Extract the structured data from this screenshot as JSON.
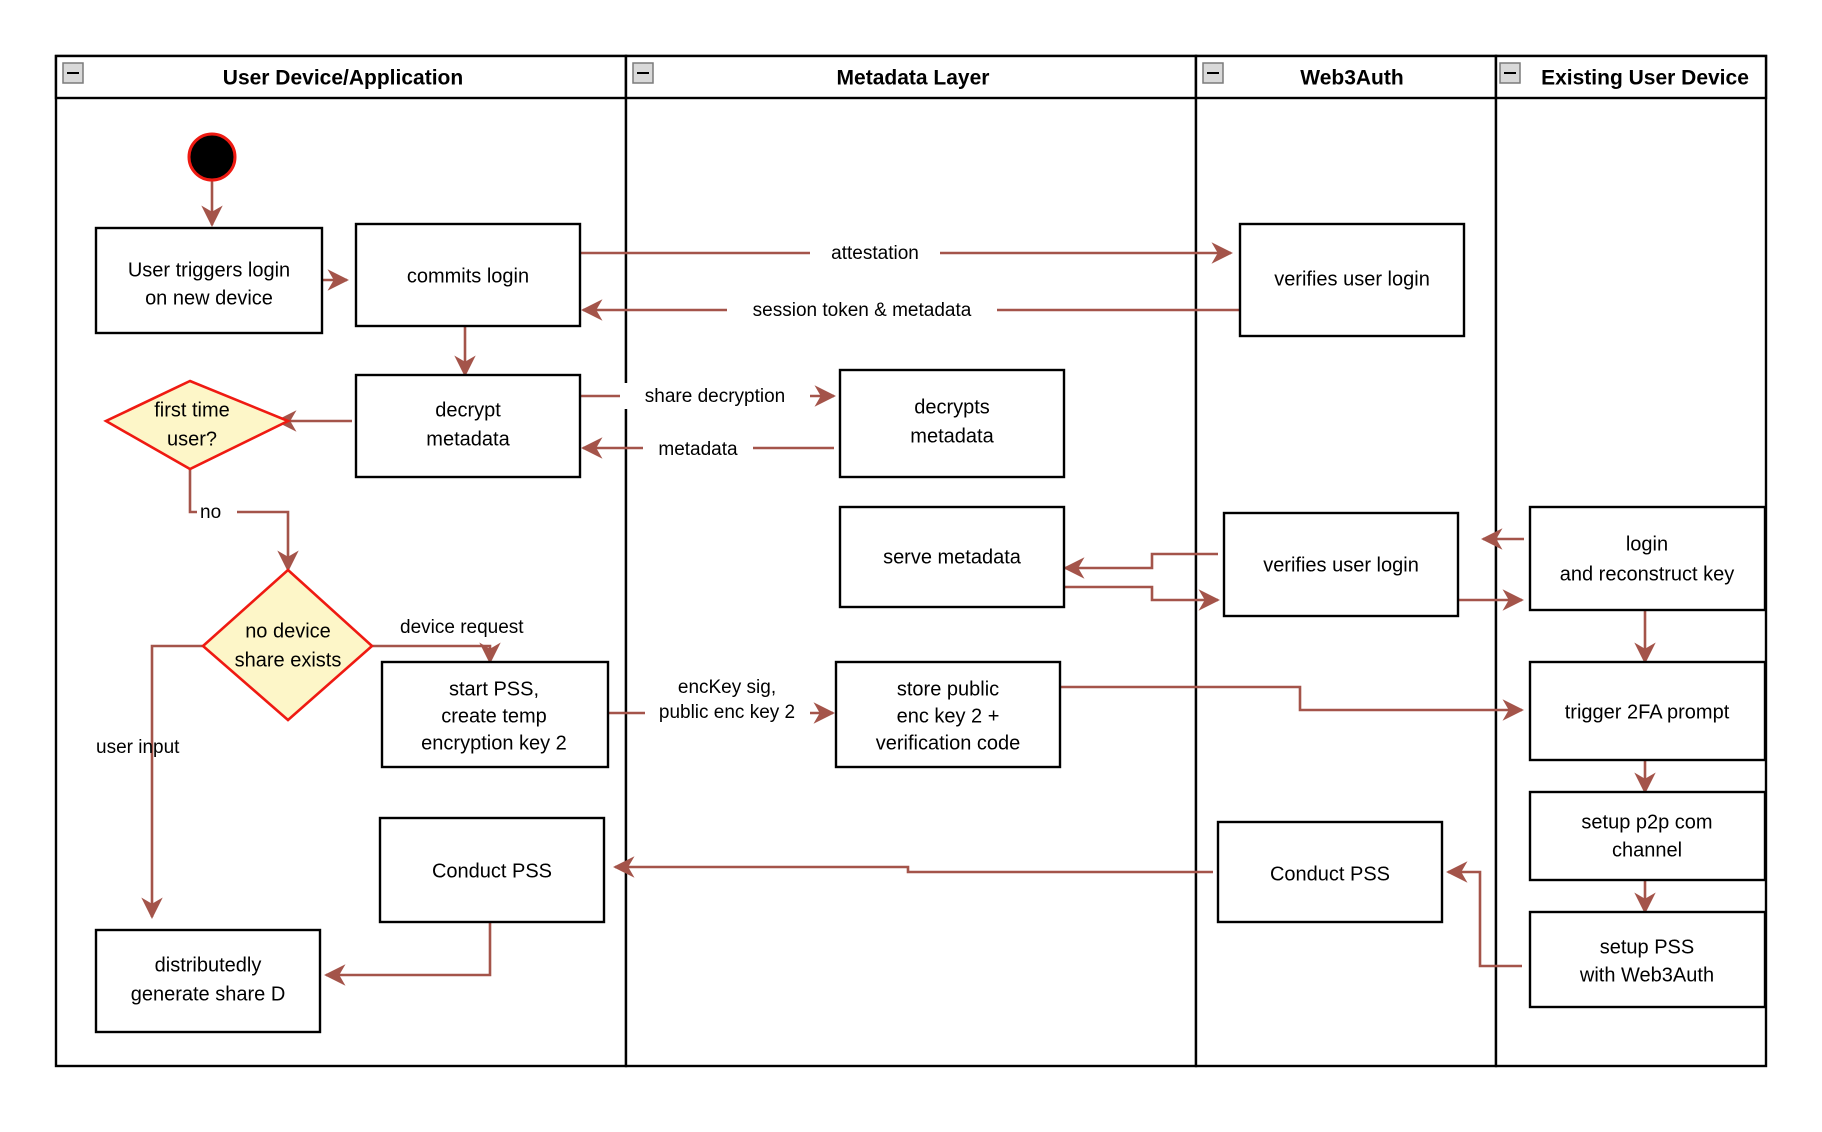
{
  "diagram": {
    "title": "Web3Auth new-device login / PSS activity diagram",
    "accent_edge_color": "#a4544a",
    "decision_fill": "#fdf6c8",
    "decision_stroke": "#ef1a12",
    "node_stroke": "#000000",
    "node_fill": "#ffffff"
  },
  "lanes": [
    {
      "id": "user-device",
      "title": "User Device/Application",
      "collapse_icon": "minus-icon"
    },
    {
      "id": "metadata-layer",
      "title": "Metadata Layer",
      "collapse_icon": "minus-icon"
    },
    {
      "id": "web3auth",
      "title": "Web3Auth",
      "collapse_icon": "minus-icon"
    },
    {
      "id": "existing-user-device",
      "title": "Existing User Device",
      "collapse_icon": "minus-icon"
    }
  ],
  "nodes": [
    {
      "id": "start",
      "type": "start",
      "lane": "user-device",
      "label": ""
    },
    {
      "id": "user-triggers-login",
      "type": "action",
      "lane": "user-device",
      "lines": [
        "User triggers login",
        "on new device"
      ]
    },
    {
      "id": "commits-login",
      "type": "action",
      "lane": "user-device",
      "lines": [
        "commits login"
      ]
    },
    {
      "id": "verifies-user-login-1",
      "type": "action",
      "lane": "web3auth",
      "lines": [
        "verifies user login"
      ]
    },
    {
      "id": "decrypt-metadata",
      "type": "action",
      "lane": "user-device",
      "lines": [
        "decrypt",
        "metadata"
      ]
    },
    {
      "id": "decrypts-metadata",
      "type": "action",
      "lane": "metadata-layer",
      "lines": [
        "decrypts",
        "metadata"
      ]
    },
    {
      "id": "first-time-user",
      "type": "decision",
      "lane": "user-device",
      "lines": [
        "first time",
        "user?"
      ]
    },
    {
      "id": "serve-metadata",
      "type": "action",
      "lane": "metadata-layer",
      "lines": [
        "serve metadata"
      ]
    },
    {
      "id": "verifies-user-login-2",
      "type": "action",
      "lane": "web3auth",
      "lines": [
        "verifies user login"
      ]
    },
    {
      "id": "login-reconstruct-key",
      "type": "action",
      "lane": "existing-user-device",
      "lines": [
        "login",
        "and reconstruct key"
      ]
    },
    {
      "id": "no-device-share-exists",
      "type": "decision",
      "lane": "user-device",
      "lines": [
        "no device",
        "share exists"
      ]
    },
    {
      "id": "start-pss",
      "type": "action",
      "lane": "user-device",
      "lines": [
        "start PSS,",
        "create temp",
        "encryption key 2"
      ]
    },
    {
      "id": "store-public-enc-key-2",
      "type": "action",
      "lane": "metadata-layer",
      "lines": [
        "store public",
        "enc key 2 +",
        "verification code"
      ]
    },
    {
      "id": "trigger-2fa-prompt",
      "type": "action",
      "lane": "existing-user-device",
      "lines": [
        "trigger 2FA prompt"
      ]
    },
    {
      "id": "setup-p2p-com-channel",
      "type": "action",
      "lane": "existing-user-device",
      "lines": [
        "setup p2p com",
        "channel"
      ]
    },
    {
      "id": "conduct-pss-user",
      "type": "action",
      "lane": "user-device",
      "lines": [
        "Conduct PSS"
      ]
    },
    {
      "id": "conduct-pss-web3auth",
      "type": "action",
      "lane": "web3auth",
      "lines": [
        "Conduct PSS"
      ]
    },
    {
      "id": "setup-pss-with-web3auth",
      "type": "action",
      "lane": "existing-user-device",
      "lines": [
        "setup PSS",
        "with Web3Auth"
      ]
    },
    {
      "id": "distributedly-generate-share-d",
      "type": "action",
      "lane": "user-device",
      "lines": [
        "distributedly",
        "generate share D"
      ]
    }
  ],
  "edges": [
    {
      "id": "e-start",
      "from": "start",
      "to": "user-triggers-login",
      "label": ""
    },
    {
      "id": "e-trigger-commits",
      "from": "user-triggers-login",
      "to": "commits-login",
      "label": ""
    },
    {
      "id": "e-attestation",
      "from": "commits-login",
      "to": "verifies-user-login-1",
      "label": "attestation"
    },
    {
      "id": "e-session-token",
      "from": "verifies-user-login-1",
      "to": "commits-login",
      "label": "session token & metadata"
    },
    {
      "id": "e-commits-decrypt",
      "from": "commits-login",
      "to": "decrypt-metadata",
      "label": ""
    },
    {
      "id": "e-share-decryption",
      "from": "decrypt-metadata",
      "to": "decrypts-metadata",
      "label": "share decryption"
    },
    {
      "id": "e-metadata",
      "from": "decrypts-metadata",
      "to": "decrypt-metadata",
      "label": "metadata"
    },
    {
      "id": "e-decrypt-firsttime",
      "from": "decrypt-metadata",
      "to": "first-time-user",
      "label": ""
    },
    {
      "id": "e-no",
      "from": "first-time-user",
      "to": "no-device-share-exists",
      "label": "no"
    },
    {
      "id": "e-device-request",
      "from": "no-device-share-exists",
      "to": "start-pss",
      "label": "device request"
    },
    {
      "id": "e-user-input",
      "from": "no-device-share-exists",
      "to": "distributedly-generate-share-d",
      "label": "user input"
    },
    {
      "id": "e-enckey",
      "from": "start-pss",
      "to": "store-public-enc-key-2",
      "label": "encKey sig,\npublic enc key 2",
      "label_lines": [
        "encKey sig,",
        "public enc key 2"
      ]
    },
    {
      "id": "e-store-trigger2fa",
      "from": "store-public-enc-key-2",
      "to": "trigger-2fa-prompt",
      "label": ""
    },
    {
      "id": "e-existing-verifies",
      "from": "login-reconstruct-key",
      "to": "verifies-user-login-2",
      "label": ""
    },
    {
      "id": "e-verifies-serve",
      "from": "verifies-user-login-2",
      "to": "serve-metadata",
      "label": ""
    },
    {
      "id": "e-serve-verifies",
      "from": "serve-metadata",
      "to": "verifies-user-login-2",
      "label": ""
    },
    {
      "id": "e-verifies-login-reconstruct",
      "from": "verifies-user-login-2",
      "to": "login-reconstruct-key",
      "label": ""
    },
    {
      "id": "e-login-trigger",
      "from": "login-reconstruct-key",
      "to": "trigger-2fa-prompt",
      "label": ""
    },
    {
      "id": "e-trigger-setup-p2p",
      "from": "trigger-2fa-prompt",
      "to": "setup-p2p-com-channel",
      "label": ""
    },
    {
      "id": "e-p2p-setup-pss",
      "from": "setup-p2p-com-channel",
      "to": "setup-pss-with-web3auth",
      "label": ""
    },
    {
      "id": "e-setuppss-conduct",
      "from": "setup-pss-with-web3auth",
      "to": "conduct-pss-web3auth",
      "label": ""
    },
    {
      "id": "e-conduct-web3auth-user",
      "from": "conduct-pss-web3auth",
      "to": "conduct-pss-user",
      "label": ""
    },
    {
      "id": "e-conduct-share-d",
      "from": "conduct-pss-user",
      "to": "distributedly-generate-share-d",
      "label": ""
    }
  ]
}
